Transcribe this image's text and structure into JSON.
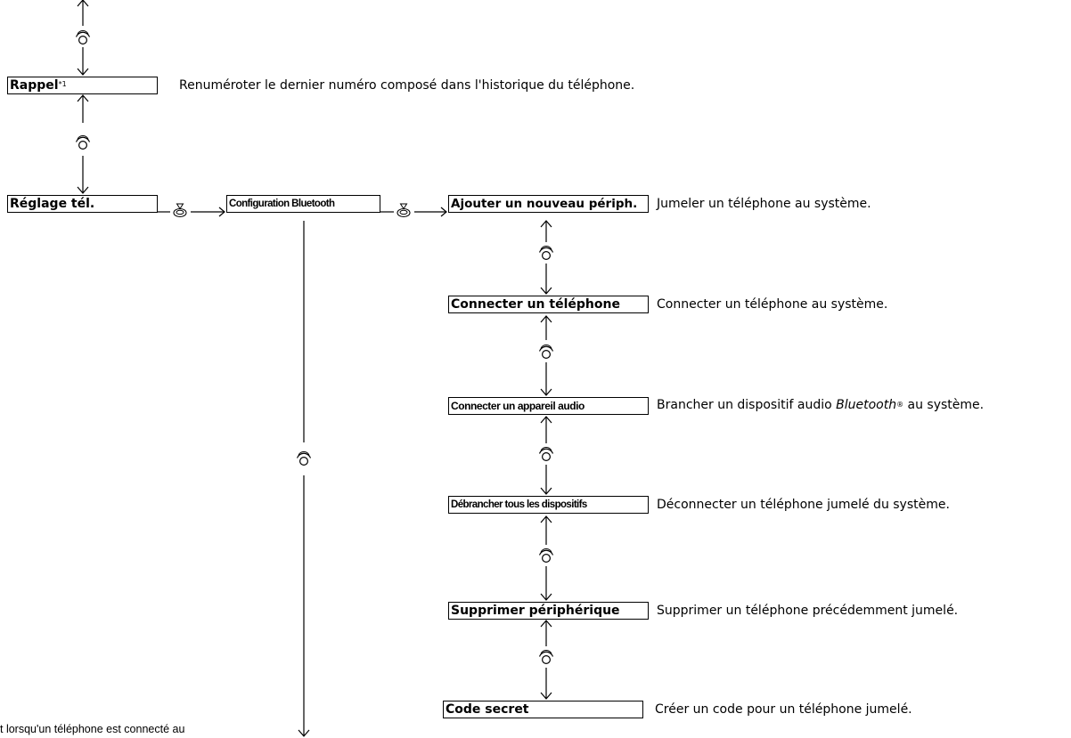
{
  "menu": {
    "rappel": {
      "label": "Rappel",
      "note": "*1",
      "description": "Renuméroter le dernier numéro composé dans l'historique du téléphone."
    },
    "reglage_tel": {
      "label": "Réglage tél."
    },
    "configuration_bluetooth": {
      "label": "Configuration Bluetooth"
    },
    "items": [
      {
        "label": "Ajouter un nouveau périph.",
        "description": "Jumeler un téléphone au système."
      },
      {
        "label": "Connecter un téléphone",
        "description": "Connecter un téléphone au système."
      },
      {
        "label": "Connecter un appareil audio",
        "description_pre": "Brancher un dispositif audio ",
        "description_em": "Bluetooth",
        "description_mark": "®",
        "description_post": " au système."
      },
      {
        "label": "Débrancher tous les dispositifs",
        "description": "Déconnecter un téléphone jumelé du système."
      },
      {
        "label": "Supprimer périphérique",
        "description": "Supprimer un téléphone précédemment jumelé."
      },
      {
        "label": "Code secret",
        "description": "Créer un code pour un téléphone jumelé."
      }
    ]
  },
  "footnote_fragment": "t lorsqu'un téléphone est connecté au",
  "icons": {
    "rotate": "knob-rotate-icon",
    "press": "knob-press-icon"
  }
}
